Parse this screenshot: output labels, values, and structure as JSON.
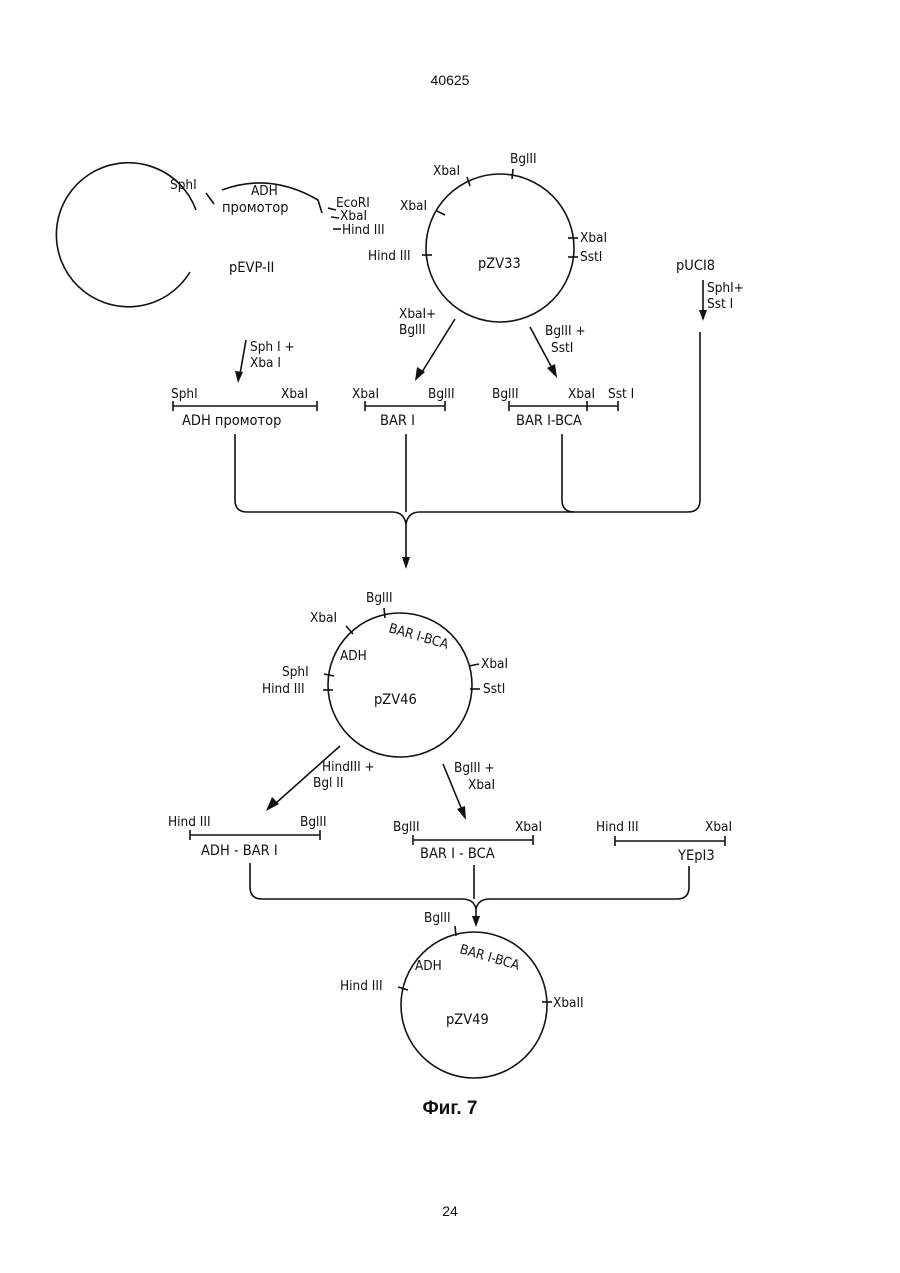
{
  "page": {
    "number_top": "40625",
    "number_bottom": "24",
    "caption": "Фиг. 7"
  },
  "plasmids": {
    "pEVP": {
      "name": "pEVP-II",
      "sites": [
        "SphI",
        "EcoRI",
        "XbaI",
        "Hind III"
      ],
      "insert": [
        "ADH",
        "промотор"
      ]
    },
    "pZV33": {
      "name": "pZV33",
      "sites": [
        "XbaI",
        "BglII",
        "XbaI",
        "Hind III",
        "XbaI",
        "SstI"
      ]
    },
    "pUC18": {
      "name": "pUCI8"
    },
    "pZV46": {
      "name": "pZV46",
      "sites": [
        "BglII",
        "XbaI",
        "SphI",
        "Hind III",
        "XbaI",
        "SstI"
      ],
      "inserts": [
        "ADH",
        "BAR I-BCA"
      ]
    },
    "pZV49": {
      "name": "pZV49",
      "sites": [
        "BglII",
        "Hind III",
        "XbaII"
      ],
      "inserts": [
        "ADH",
        "BAR I-BCA"
      ]
    }
  },
  "digests": {
    "pEVP": [
      "Sph I +",
      "Xba I"
    ],
    "pZV33_left": [
      "XbaI+",
      "BglII"
    ],
    "pZV33_right": [
      "BglII +",
      "SstI"
    ],
    "pUC18": [
      "SphI+",
      "Sst I"
    ],
    "pZV46_left": [
      "HindIII +",
      "Bgl II"
    ],
    "pZV46_right": [
      "BglII +",
      "XbaI"
    ]
  },
  "fragments": {
    "adh_promoter": {
      "label": "ADH промотор",
      "left": "SphI",
      "right": "XbaI"
    },
    "bar1": {
      "label": "BAR I",
      "left": "XbaI",
      "right": "BglII"
    },
    "bar1_bca": {
      "label": "BAR I-BCA",
      "left": "BglII",
      "mid": "XbaI",
      "right": "Sst I"
    },
    "adh_bar1": {
      "label": "ADH - BAR I",
      "left": "Hind III",
      "right": "BglII"
    },
    "bar1_bca_2": {
      "label": "BAR I - BCA",
      "left": "BglII",
      "right": "XbaI"
    },
    "yep13": {
      "label": "YEpI3",
      "left": "Hind III",
      "right": "XbaI"
    }
  }
}
